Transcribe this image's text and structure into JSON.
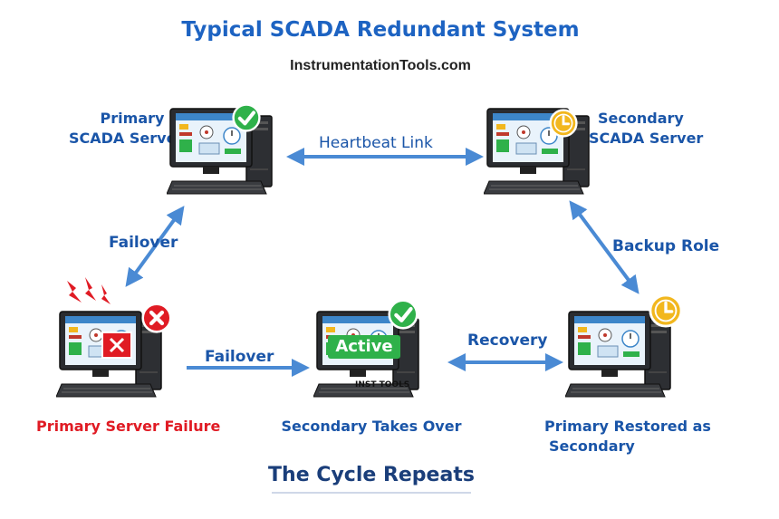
{
  "title": "Typical SCADA Redundant System",
  "subtitle": "InstrumentationTools.com",
  "nodes": {
    "primary": {
      "line1": "Primary",
      "line2": "SCADA Server",
      "status_icon": "green-check-icon"
    },
    "secondary": {
      "line1": "Secondary",
      "line2": "SCADA Server",
      "status_icon": "yellow-clock-icon"
    },
    "failure": {
      "label": "Primary Server Failure",
      "status_icon": "red-x-icon"
    },
    "takeover": {
      "label": "Secondary Takes Over",
      "badge": "Active",
      "brand": "INST TOOLS",
      "status_icon": "green-check-icon"
    },
    "restored": {
      "line1": "Primary Restored as",
      "line2": "Secondary",
      "status_icon": "yellow-clock-icon"
    }
  },
  "edges": {
    "heartbeat": "Heartbeat Link",
    "failover_diag": "Failover",
    "failover_horiz": "Failover",
    "recovery": "Recovery",
    "backup_role": "Backup Role"
  },
  "footer": "The Cycle Repeats",
  "colors": {
    "title": "#1d63c2",
    "label": "#1a55a8",
    "failure": "#e01b24",
    "arrow": "#4a8ad4",
    "ok_green": "#2fb14a",
    "warn_yellow": "#f2b71e",
    "error_red": "#e01b24"
  }
}
